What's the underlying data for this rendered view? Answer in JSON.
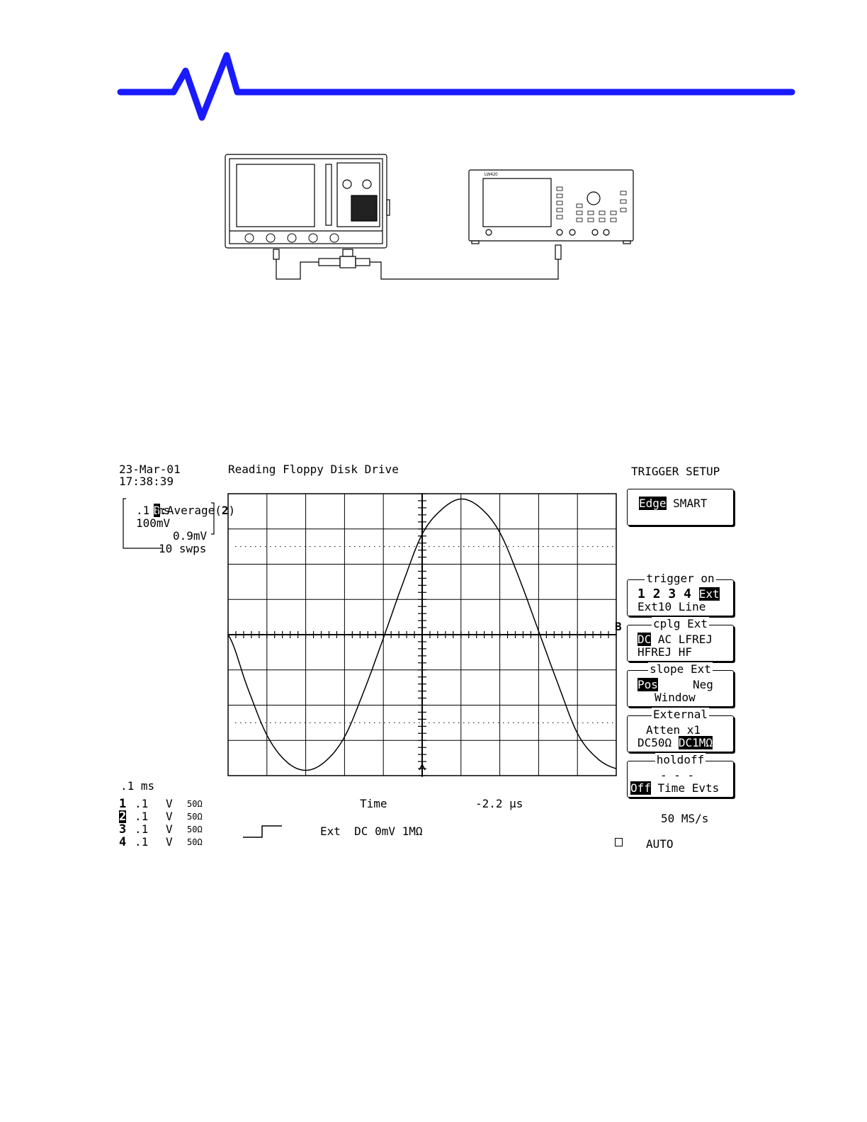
{
  "screen": {
    "date": "23-Mar-01",
    "time": "17:38:39",
    "title": "Reading Floppy Disk Drive",
    "menu_heading": "TRIGGER SETUP",
    "trace_label": "B",
    "trace_func": ":Average(",
    "trace_func_n": "2",
    "trace_func_close": ")",
    "trace_timebase": ".1 ms",
    "trace_vdiv": "100mV",
    "trace_offset": "0.9mV",
    "trace_sweeps": "10 swps",
    "timebase": ".1 ms",
    "channels": [
      {
        "num": "1",
        "volts": ".1",
        "unit": "V",
        "coupling": "50Ω"
      },
      {
        "num": "2",
        "volts": ".1",
        "unit": "V",
        "coupling": "50Ω"
      },
      {
        "num": "3",
        "volts": ".1",
        "unit": "V",
        "coupling": "50Ω"
      },
      {
        "num": "4",
        "volts": ".1",
        "unit": "V",
        "coupling": "50Ω"
      }
    ],
    "time_label": "Time",
    "time_value": "-2.2 μs",
    "trigger_info": "Ext  DC 0mV 1MΩ",
    "sample_rate": "50 MS/s",
    "trigger_mode": "AUTO"
  },
  "menus": {
    "type": {
      "opt_sel": "Edge",
      "opt2": "SMART"
    },
    "trigger_on": {
      "title": "trigger on",
      "n1": "1",
      "n2": "2",
      "n3": "3",
      "n4": "4",
      "sel": "Ext",
      "row2": "Ext10 Line"
    },
    "cplg": {
      "title": "cplg Ext",
      "sel": "DC",
      "row1_rest": " AC LFREJ",
      "row2": "HFREJ HF"
    },
    "slope": {
      "title": "slope Ext",
      "sel": "Pos",
      "neg": "Neg",
      "row2": "Window"
    },
    "external": {
      "title": "External",
      "row1": "Atten x1",
      "opt1": "DC50Ω",
      "sel": "DC1MΩ"
    },
    "holdoff": {
      "title": "holdoff",
      "row1": "- - -",
      "sel": "Off",
      "row2_rest": " Time Evts"
    }
  },
  "chart_data": {
    "type": "line",
    "title": "Reading Floppy Disk Drive",
    "xlabel": "Time",
    "x_divisions": 10,
    "y_divisions": 8,
    "series": [
      {
        "x": [
          0,
          0.5,
          1,
          1.5,
          2,
          2.5,
          3,
          3.5,
          4,
          4.5,
          5,
          5.5,
          6,
          6.5,
          7,
          7.5,
          8,
          8.5,
          9,
          9.5,
          10
        ],
        "y": [
          0,
          -1.5,
          -2.85,
          -3.6,
          -3.85,
          -3.6,
          -2.9,
          -1.6,
          -0.1,
          1.45,
          2.85,
          3.55,
          3.85,
          3.6,
          2.9,
          1.6,
          0.1,
          -1.4,
          -2.8,
          -3.5,
          -3.8
        ]
      }
    ]
  },
  "colors": {
    "accent": "#1a1aff"
  }
}
